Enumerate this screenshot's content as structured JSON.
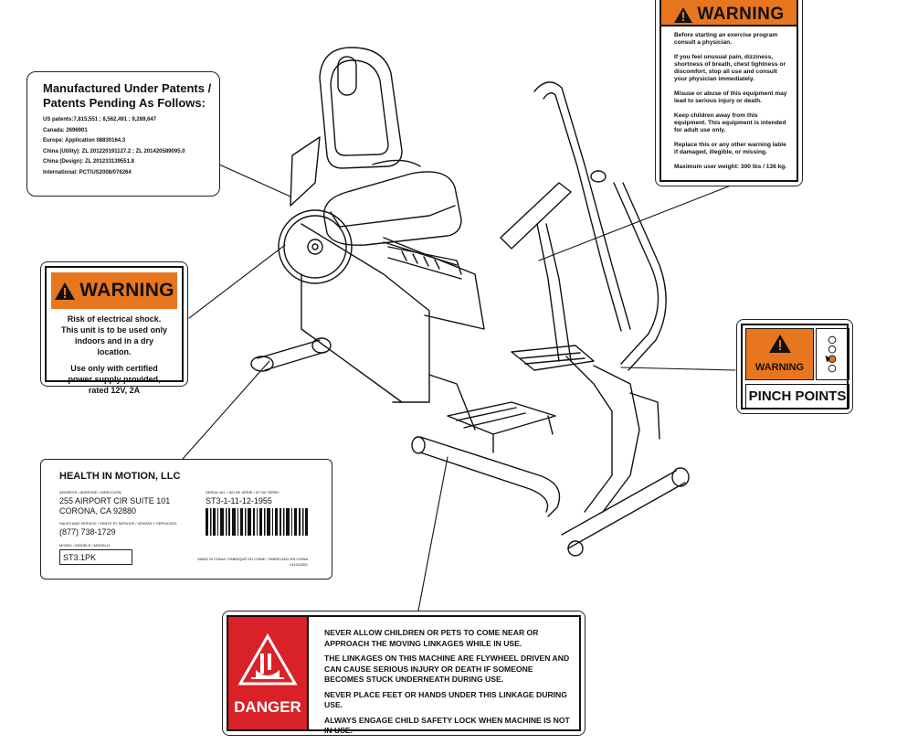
{
  "patents": {
    "title_line1": "Manufactured Under Patents /",
    "title_line2": "Patents Pending As Follows:",
    "lines": [
      "US patents:7,815,551 ; 8,562,491 ; 9,289,647",
      "Canada: 2696901",
      "Europe: Application 08830164.3",
      "China (Utility): ZL 201220191127.2 ; ZL 201420589095.0",
      "China (Design): ZL 201233139551.8",
      "International: PCT/US2008/076264"
    ]
  },
  "warning_top": {
    "heading": "WARNING",
    "paragraphs": [
      "Before starting an exercise program consult a physician.",
      "If you feel unusual pain, dizziness, shortness of breath, chest tightness or discomfort, stop all use and consult your physician immediately.",
      "Misuse or abuse of this equipment may lead to serious injury or death.",
      "Keep children away from this equipment. This equipment is intended for adult use only.",
      "Replace this or any other warning lable if damaged, illegible, or missing.",
      "Maximum user weight: 300 lbs / 136 kg."
    ]
  },
  "warning_electric": {
    "heading": "WARNING",
    "para1": "Risk of electrical shock. This unit is to be used only indoors and in a dry location.",
    "para2": "Use only with certified power supply provided, rated 12V, 2A"
  },
  "pinch": {
    "warning": "WARNING",
    "caption": "PINCH POINTS"
  },
  "serial": {
    "company": "HEALTH IN MOTION, LLC",
    "address_label": "ADDRESS / ADRESSE / DIRECCIÓN:",
    "address1": "255 AIRPORT CIR SUITE 101",
    "address2": "CORONA, CA 92880",
    "sales_label": "SALES AND SERVICE / VENTE ET SERVICE / VENTAS Y SERVICIOS:",
    "phone": "(877) 738-1729",
    "model_label": "MODEL / MODÈLE / MODELO:",
    "model": "ST3.1PK",
    "serial_label": "SERIAL NO. / NO DE SÉRIE / N.º DE SERIE:",
    "serial": "ST3-1-11-12-1955",
    "made_in": "MADE IN CHINA / FABRIQUÉ EN CHINE / FABRICADO EN CHINA",
    "code": "V11012821"
  },
  "danger": {
    "heading": "DANGER",
    "p1": "NEVER ALLOW CHILDREN OR PETS TO COME NEAR OR APPROACH THE MOVING LINKAGES WHILE IN USE.",
    "p2": "THE LINKAGES ON THIS MACHINE ARE FLYWHEEL DRIVEN AND CAN CAUSE SERIOUS INJURY OR DEATH IF SOMEONE BECOMES STUCK UNDERNEATH DURING USE.",
    "p3": "NEVER PLACE FEET OR HANDS UNDER THIS LINKAGE DURING USE.",
    "p4": "ALWAYS ENGAGE CHILD SAFETY LOCK WHEN MACHINE IS NOT IN USE."
  },
  "colors": {
    "warning_orange": "#E8761E",
    "danger_red": "#D92128",
    "black": "#111111"
  },
  "icons": [
    "warning-triangle-icon",
    "pinch-hazard-icon",
    "danger-hand-crush-icon",
    "barcode"
  ]
}
